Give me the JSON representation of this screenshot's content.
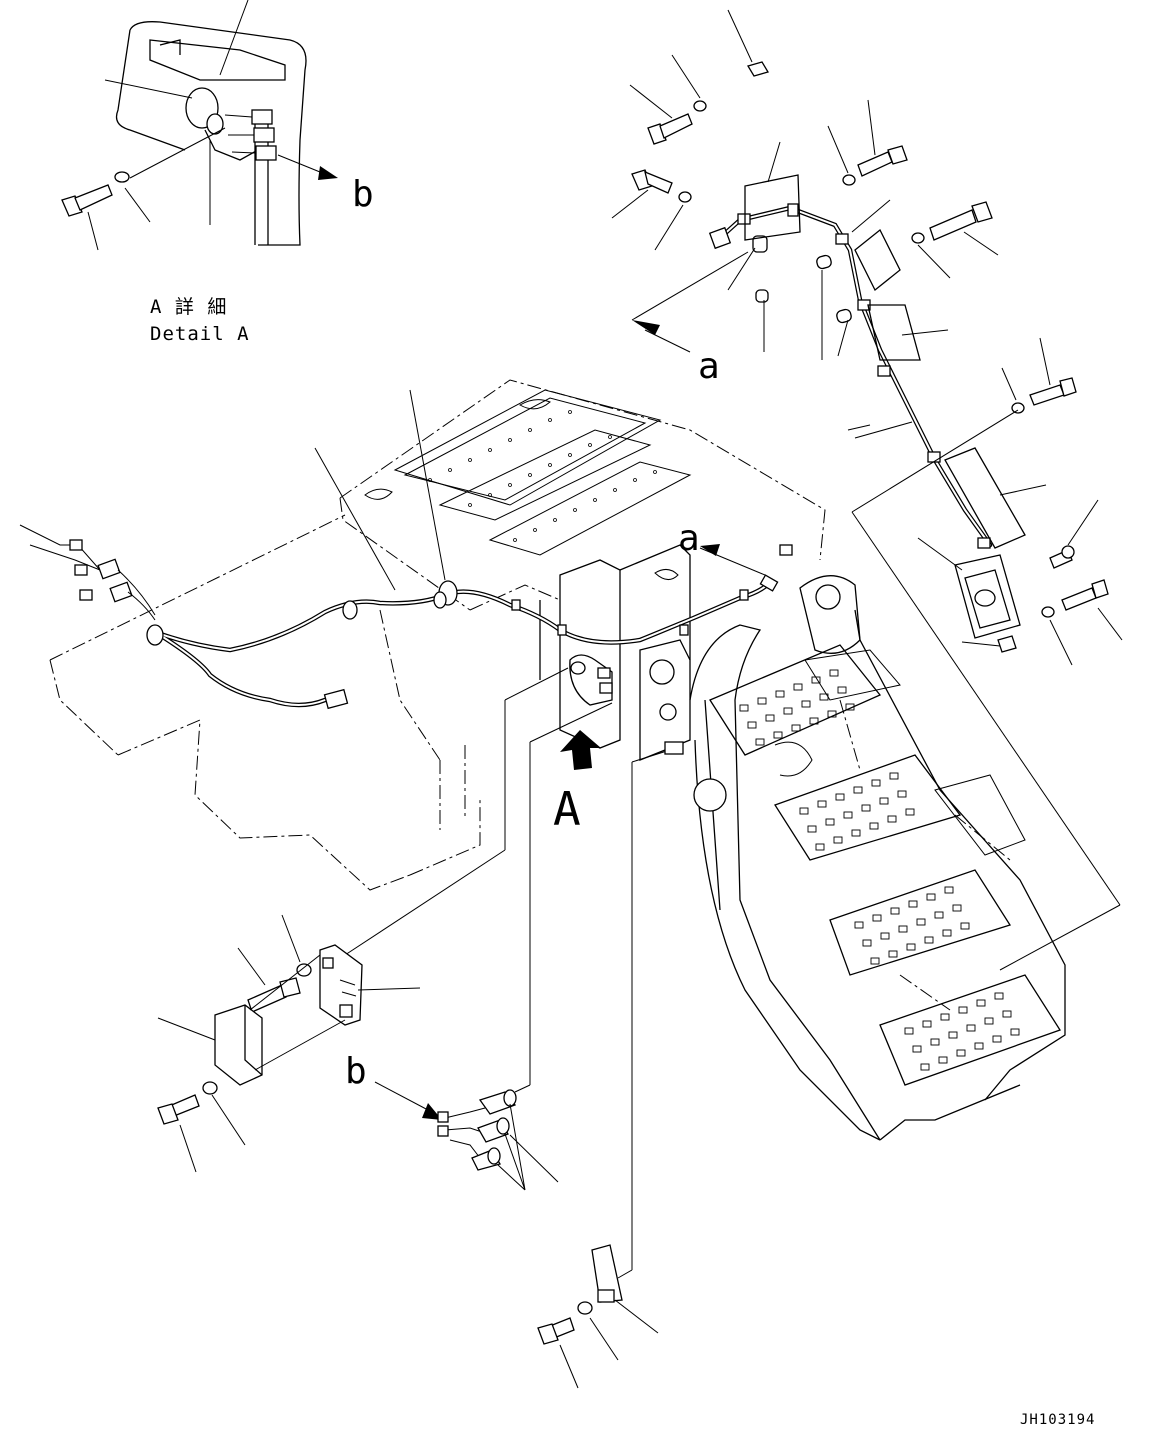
{
  "labels": {
    "detail_title_jp": "A 詳 細",
    "detail_title_en": "Detail A",
    "view_marker": "A",
    "arrow_a": "a",
    "arrow_b": "b",
    "arrow_a_small": "a",
    "arrow_b_small": "b",
    "drawing_id": "JH103194"
  },
  "icons": {
    "view_arrow": "thick-arrow-up-icon",
    "leader_arrow": "arrow-icon"
  }
}
